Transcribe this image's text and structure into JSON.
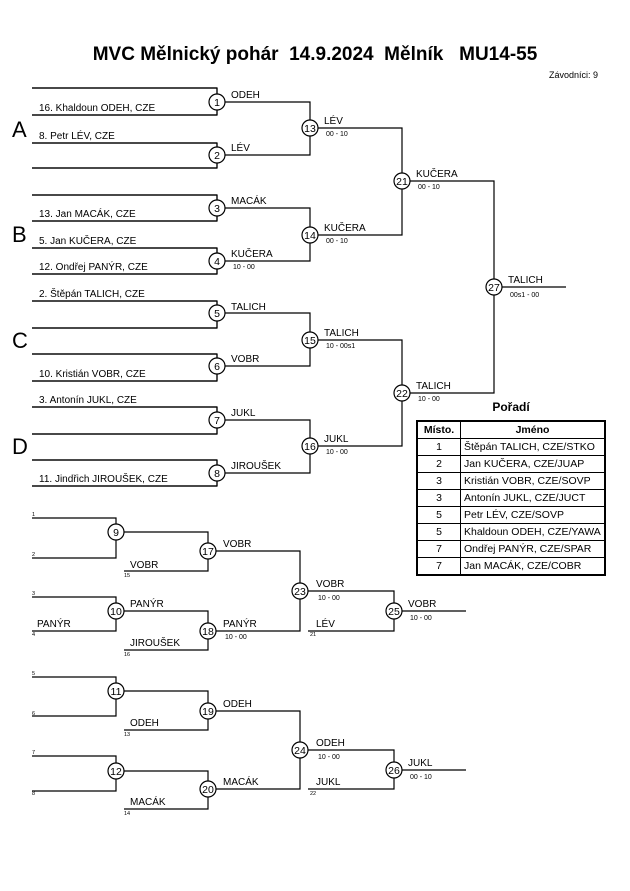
{
  "title": "MVC Mělnický pohár  14.9.2024  Mělník   MU14-55",
  "competitors": "Závodníci: 9",
  "groups": [
    "A",
    "B",
    "C",
    "D"
  ],
  "entries": [
    "16. Khaldoun ODEH, CZE",
    "8. Petr LÉV, CZE",
    "13. Jan MACÁK, CZE",
    "5. Jan KUČERA, CZE",
    "12. Ondřej PANÝR, CZE",
    "2. Štěpán TALICH, CZE",
    "10. Kristián VOBR, CZE",
    "3. Antonín JUKL, CZE",
    "11. Jindřich JIROUŠEK, CZE"
  ],
  "main_matches": [
    {
      "no": "1",
      "winner": "ODEH",
      "score": ""
    },
    {
      "no": "2",
      "winner": "LÉV",
      "score": ""
    },
    {
      "no": "3",
      "winner": "MACÁK",
      "score": ""
    },
    {
      "no": "4",
      "winner": "KUČERA",
      "score": "10 - 00"
    },
    {
      "no": "5",
      "winner": "TALICH",
      "score": ""
    },
    {
      "no": "6",
      "winner": "VOBR",
      "score": ""
    },
    {
      "no": "7",
      "winner": "JUKL",
      "score": ""
    },
    {
      "no": "8",
      "winner": "JIROUŠEK",
      "score": ""
    },
    {
      "no": "13",
      "winner": "LÉV",
      "score": "00 - 10"
    },
    {
      "no": "14",
      "winner": "KUČERA",
      "score": "00 - 10"
    },
    {
      "no": "15",
      "winner": "TALICH",
      "score": "10 - 00s1"
    },
    {
      "no": "16",
      "winner": "JUKL",
      "score": "10 - 00"
    },
    {
      "no": "21",
      "winner": "KUČERA",
      "score": "00 - 10"
    },
    {
      "no": "22",
      "winner": "TALICH",
      "score": "10 - 00"
    },
    {
      "no": "27",
      "winner": "TALICH",
      "score": "00s1 - 00"
    }
  ],
  "repechage_slots": [
    "1",
    "2",
    "15",
    "3",
    "4",
    "16",
    "5",
    "6",
    "13",
    "7",
    "8",
    "14",
    "21",
    "22"
  ],
  "repechage_entries": [
    "VOBR",
    "PANÝR",
    "JIROUŠEK",
    "ODEH",
    "MACÁK"
  ],
  "repechage_matches": [
    {
      "no": "9",
      "winner": "",
      "score": ""
    },
    {
      "no": "10",
      "winner": "PANÝR",
      "score": ""
    },
    {
      "no": "17",
      "winner": "VOBR",
      "score": ""
    },
    {
      "no": "18",
      "winner": "PANÝR",
      "score": "10 - 00"
    },
    {
      "no": "23",
      "winner": "VOBR",
      "score": "10 - 00"
    },
    {
      "no": "23b",
      "winner": "LÉV",
      "score": ""
    },
    {
      "no": "25",
      "winner": "VOBR",
      "score": "10 - 00"
    },
    {
      "no": "11",
      "winner": "",
      "score": ""
    },
    {
      "no": "12",
      "winner": "",
      "score": ""
    },
    {
      "no": "19",
      "winner": "ODEH",
      "score": ""
    },
    {
      "no": "20",
      "winner": "MACÁK",
      "score": ""
    },
    {
      "no": "24",
      "winner": "ODEH",
      "score": "10 - 00"
    },
    {
      "no": "24b",
      "winner": "JUKL",
      "score": ""
    },
    {
      "no": "26",
      "winner": "JUKL",
      "score": "00 - 10"
    }
  ],
  "ranking": {
    "title": "Pořadí",
    "headers": [
      "Místo.",
      "Jméno"
    ],
    "rows": [
      {
        "place": "1",
        "name": "Štěpán TALICH, CZE/STKO"
      },
      {
        "place": "2",
        "name": "Jan KUČERA, CZE/JUAP"
      },
      {
        "place": "3",
        "name": "Kristián VOBR, CZE/SOVP"
      },
      {
        "place": "3",
        "name": "Antonín JUKL, CZE/JUCT"
      },
      {
        "place": "5",
        "name": "Petr LÉV, CZE/SOVP"
      },
      {
        "place": "5",
        "name": "Khaldoun ODEH, CZE/YAWA"
      },
      {
        "place": "7",
        "name": "Ondřej PANÝR, CZE/SPAR"
      },
      {
        "place": "7",
        "name": "Jan MACÁK, CZE/COBR"
      }
    ]
  }
}
